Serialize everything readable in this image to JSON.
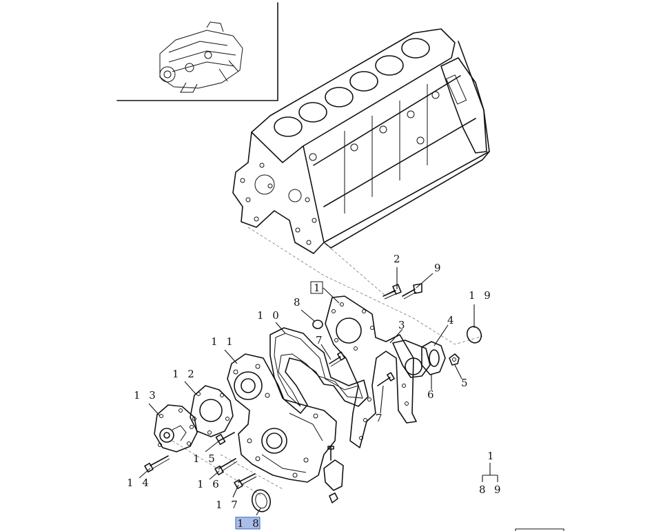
{
  "callouts": {
    "c1_boxed": "1",
    "c2": "2",
    "c3": "3",
    "c4": "4",
    "c5": "5",
    "c6": "6",
    "c7a": "7",
    "c7b": "7",
    "c8": "8",
    "c9": "9",
    "c10": "1 0",
    "c11": "1 1",
    "c12": "1 2",
    "c13": "1 3",
    "c14": "1 4",
    "c15": "1 5",
    "c16": "1 6",
    "c17": "1 7",
    "c18_selected": "1 8",
    "c19": "1 9"
  },
  "kit_legend": {
    "parent": "1",
    "children": [
      "8",
      "9"
    ]
  },
  "colors": {
    "line": "#111111",
    "selection_highlight": "#a9bde9",
    "selection_border": "#3a5ec0"
  }
}
